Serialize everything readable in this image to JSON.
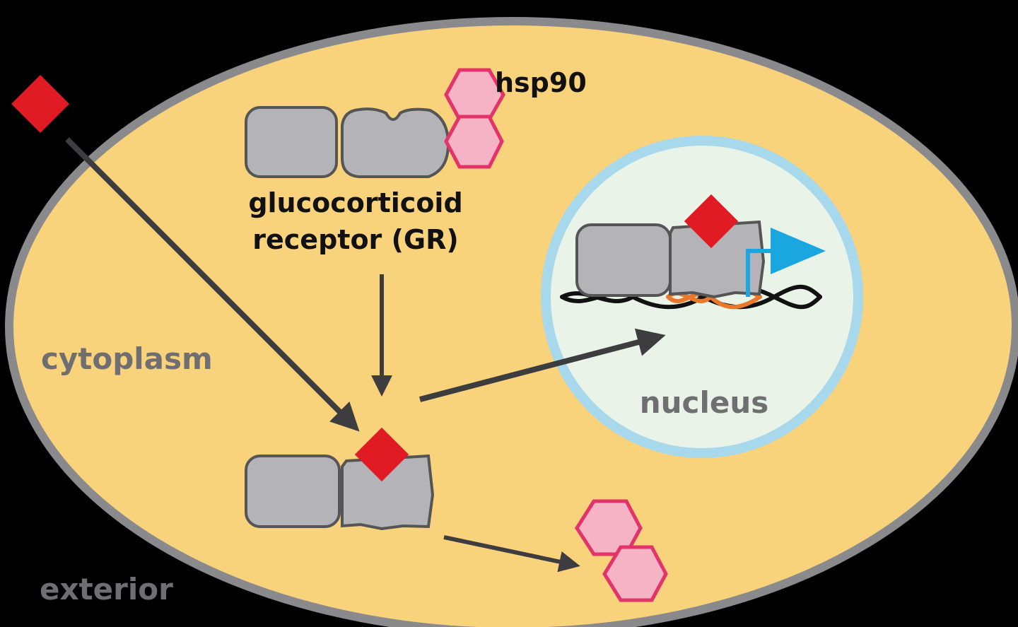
{
  "labels": {
    "hsp90": "hsp90",
    "receptor_line1": "glucocorticoid",
    "receptor_line2": "receptor (GR)",
    "cytoplasm": "cytoplasm",
    "nucleus": "nucleus",
    "exterior": "exterior"
  },
  "colors": {
    "background": "#000000",
    "cell_fill": "#f9d27c",
    "membrane": "#8a8a8c",
    "nucleus_fill": "#e9f3e7",
    "nucleus_border": "#a8d8ec",
    "protein_fill": "#b4b4b8",
    "protein_stroke": "#555555",
    "ligand": "#e01b24",
    "hsp90_fill": "#f7b3c6",
    "hsp90_stroke": "#e2346a",
    "arrow": "#3d3d3f",
    "dna": "#111111",
    "dna_gene": "#e8782a",
    "transcription_arrow": "#1aa7e0",
    "label_dark": "#111111",
    "label_gray": "#6f6f72"
  }
}
